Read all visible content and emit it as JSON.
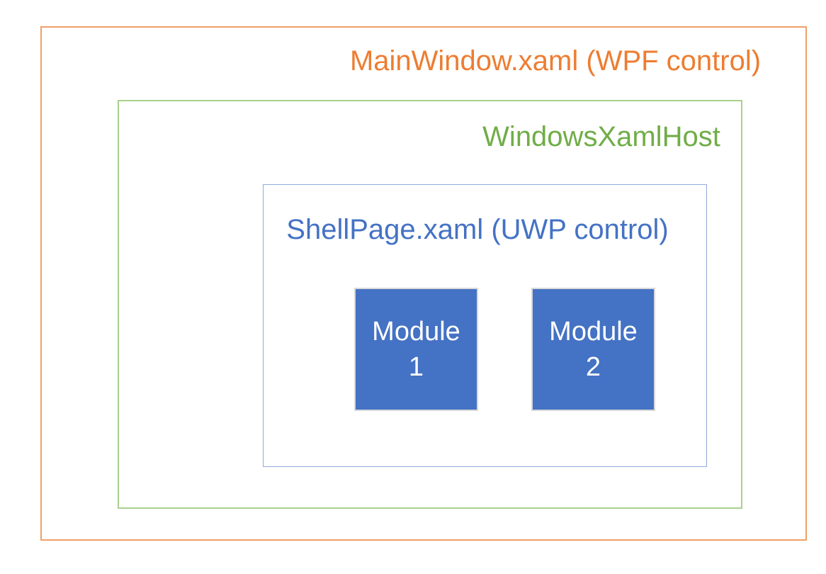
{
  "diagram": {
    "mainwindow": {
      "label": "MainWindow.xaml (WPF control)",
      "text_color": "#ED7D31",
      "border_color": "#F0A068"
    },
    "windowsxamlhost": {
      "label": "WindowsXamlHost",
      "text_color": "#70AD47",
      "border_color": "#A9D18E"
    },
    "shellpage": {
      "label": "ShellPage.xaml (UWP control)",
      "text_color": "#4472C4",
      "border_color": "#8EAADB",
      "modules": [
        {
          "name": "module-1",
          "lines": [
            "Module",
            "1"
          ]
        },
        {
          "name": "module-2",
          "lines": [
            "Module",
            "2"
          ]
        }
      ],
      "module_fill": "#4472C4",
      "module_border": "#D9D9D9",
      "module_text_color": "#FFFFFF"
    }
  }
}
